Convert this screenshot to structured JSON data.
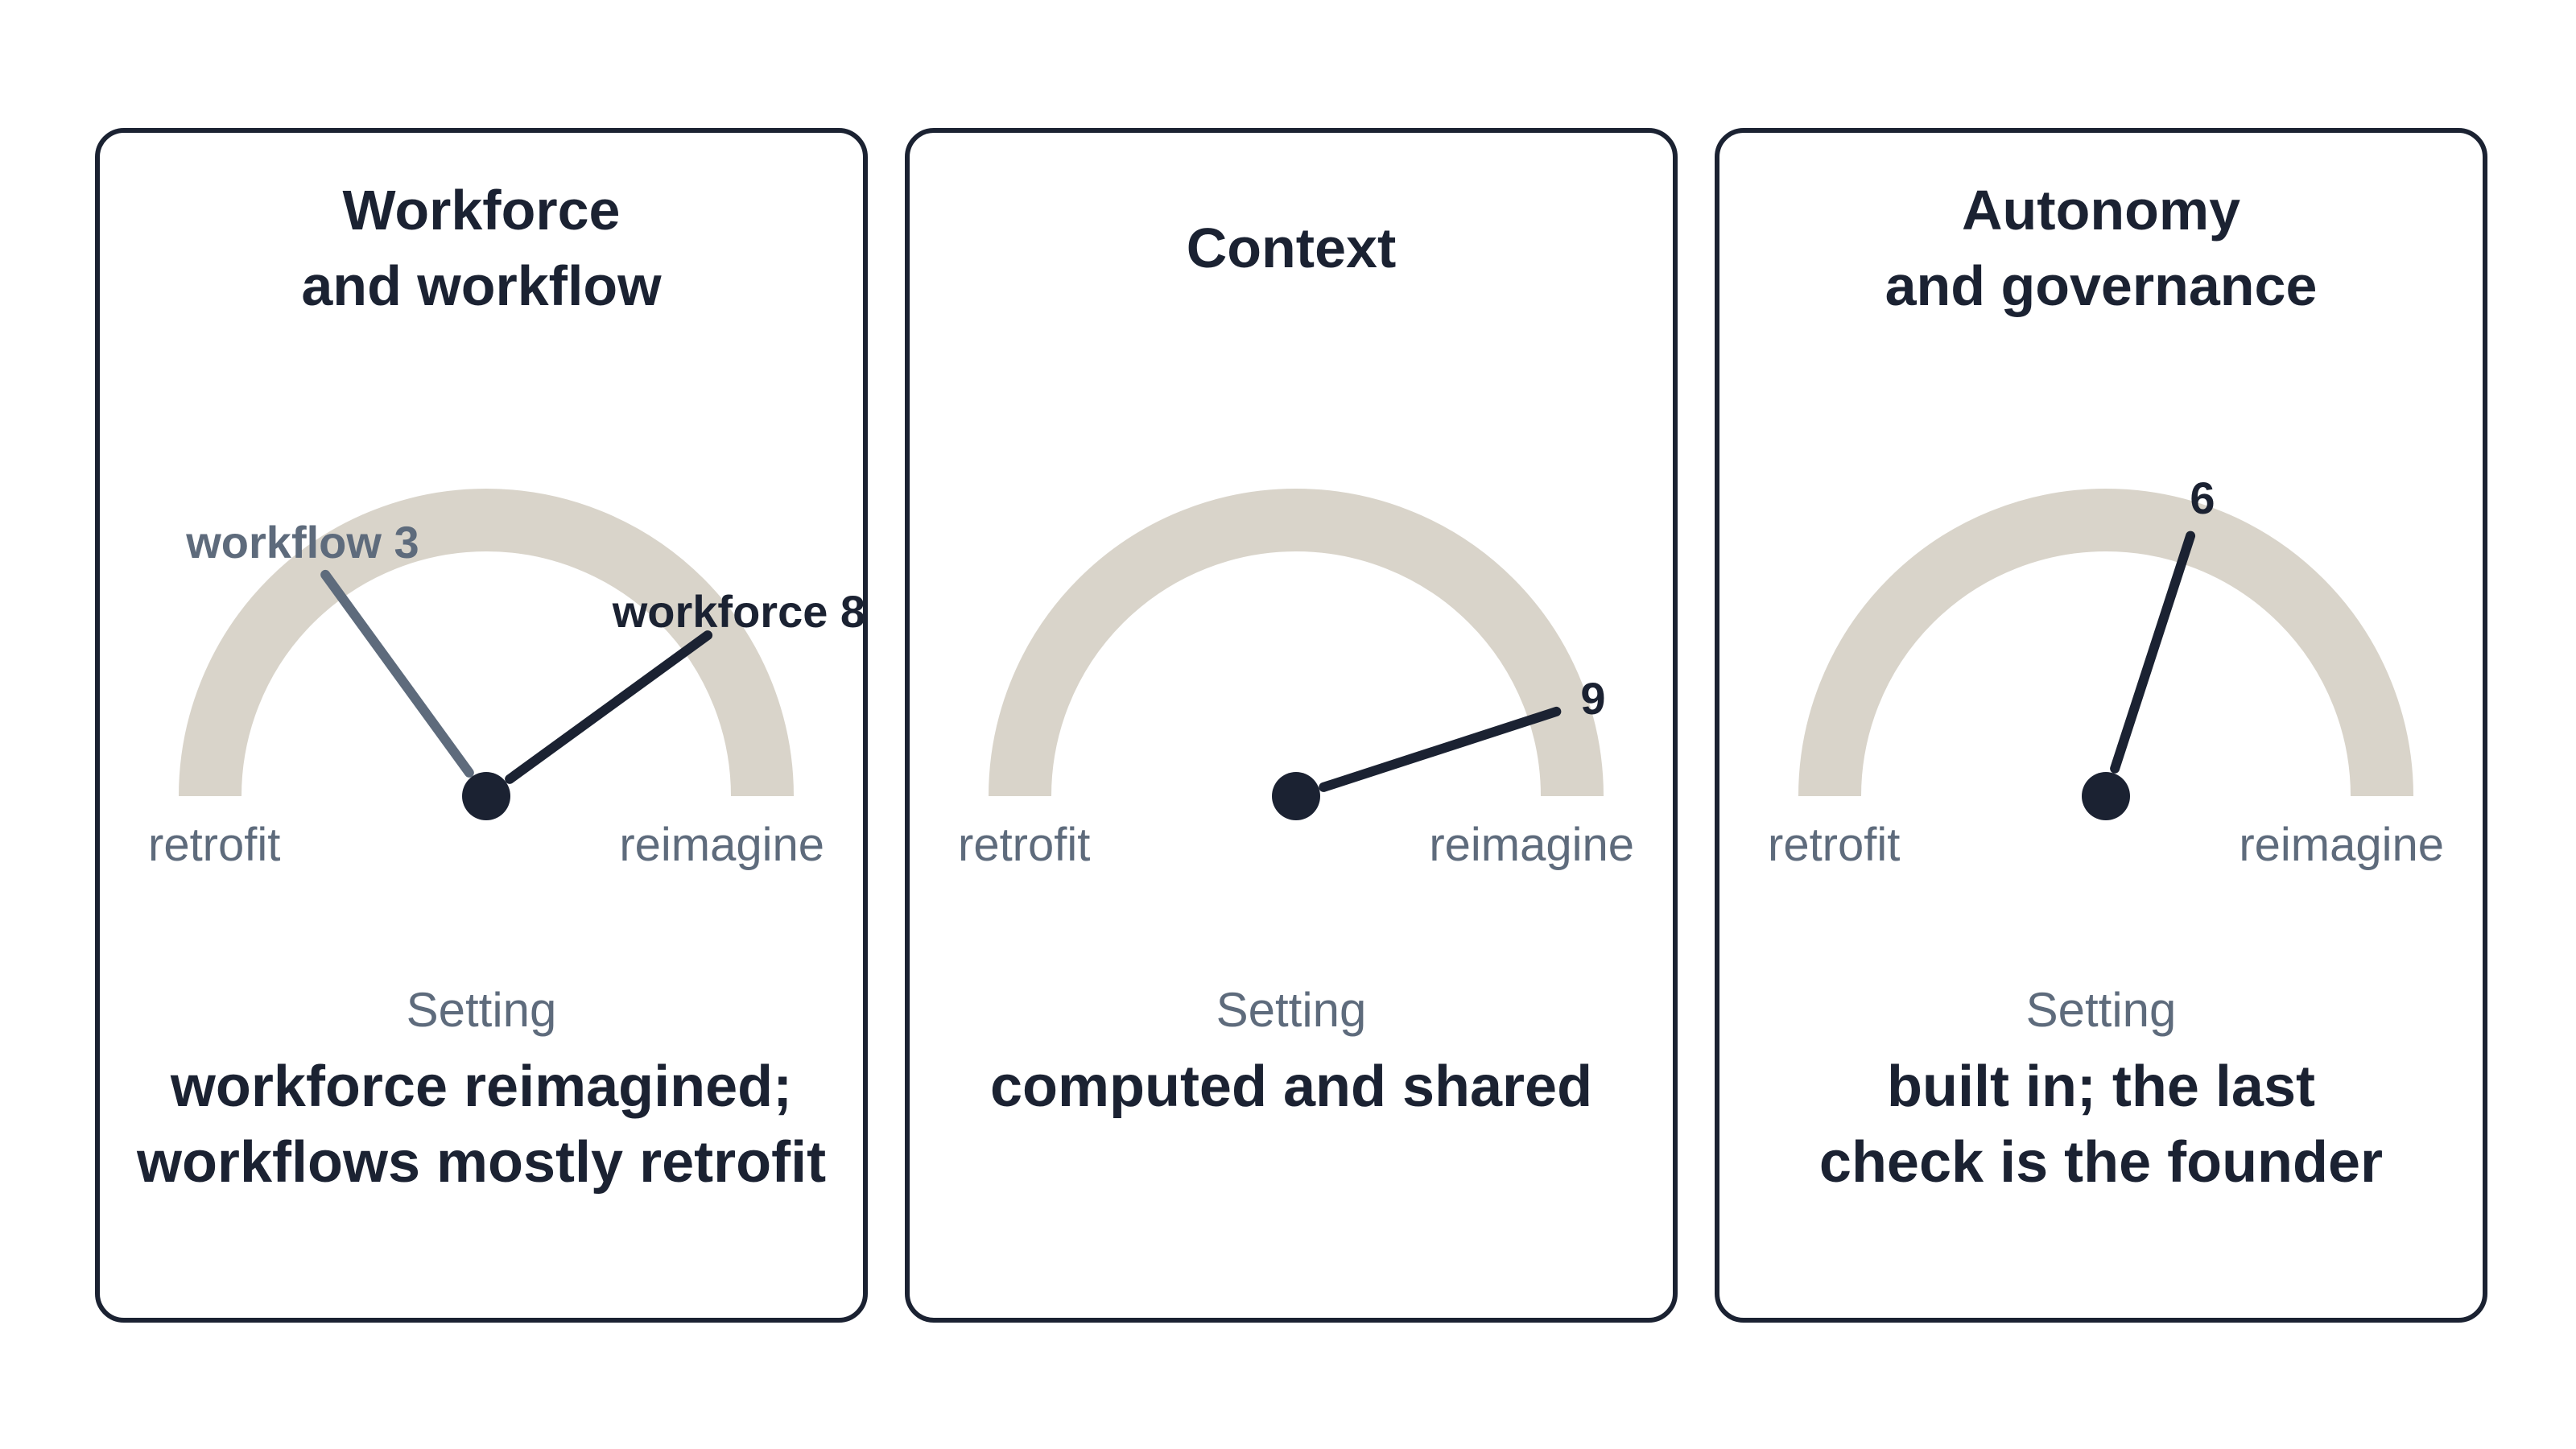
{
  "colors": {
    "ink": "#1b2232",
    "muted": "#5e6b7c",
    "track": "#d9d4ca",
    "border": "#1b2232"
  },
  "gauges": [
    {
      "title_lines": [
        "Workforce",
        "and workflow"
      ],
      "scale": {
        "min": 0,
        "max": 10,
        "low_label": "retrofit",
        "high_label": "reimagine"
      },
      "needles": [
        {
          "label": "workflow 3",
          "value": 3,
          "color": "#5e6b7c"
        },
        {
          "label": "workforce 8",
          "value": 8,
          "color": "#1b2232"
        }
      ],
      "setting_caption": "Setting",
      "setting_lines": [
        "workforce reimagined;",
        "workflows mostly retrofit"
      ]
    },
    {
      "title_lines": [
        "Context"
      ],
      "scale": {
        "min": 0,
        "max": 10,
        "low_label": "retrofit",
        "high_label": "reimagine"
      },
      "needles": [
        {
          "label": "9",
          "value": 9,
          "color": "#1b2232"
        }
      ],
      "setting_caption": "Setting",
      "setting_lines": [
        "computed and shared"
      ]
    },
    {
      "title_lines": [
        "Autonomy",
        "and governance"
      ],
      "scale": {
        "min": 0,
        "max": 10,
        "low_label": "retrofit",
        "high_label": "reimagine"
      },
      "needles": [
        {
          "label": "6",
          "value": 6,
          "color": "#1b2232"
        }
      ],
      "setting_caption": "Setting",
      "setting_lines": [
        "built in; the last",
        "check is the founder"
      ]
    }
  ]
}
